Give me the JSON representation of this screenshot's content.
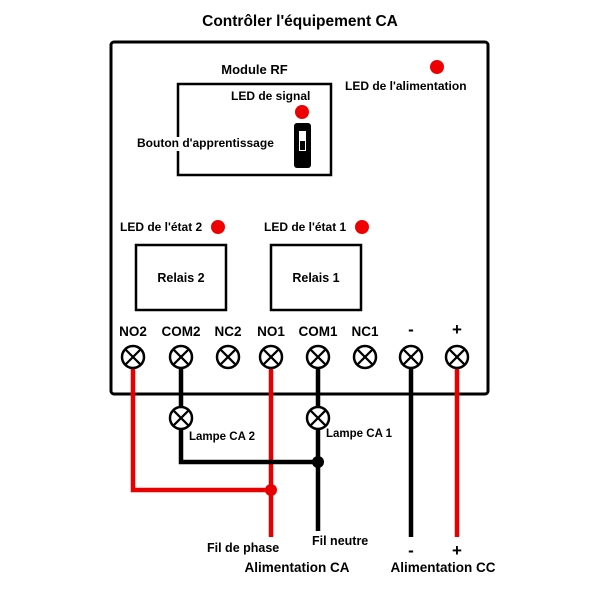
{
  "title": "Contrôler l'équipement CA",
  "board": {
    "module_rf": "Module RF",
    "power_led": "LED de l'alimentation",
    "signal_led": "LED de signal",
    "learning_button": "Bouton d'apprentissage",
    "status_led_2": "LED de l'état 2",
    "status_led_1": "LED de l'état 1",
    "relay_2": "Relais 2",
    "relay_1": "Relais 1",
    "terminals": [
      "NO2",
      "COM2",
      "NC2",
      "NO1",
      "COM1",
      "NC1",
      "-",
      "+"
    ]
  },
  "wiring": {
    "lamp_2": "Lampe CA 2",
    "lamp_1": "Lampe CA 1",
    "phase": "Fil de phase",
    "neutral": "Fil neutre",
    "ac_supply": "Alimentation CA",
    "dc_supply": "Alimentation CC",
    "dc_minus": "-",
    "dc_plus": "+"
  },
  "colors": {
    "led": "#ee0000",
    "wire_live": "#e80000",
    "wire_neutral": "#000000",
    "outline": "#000000"
  }
}
